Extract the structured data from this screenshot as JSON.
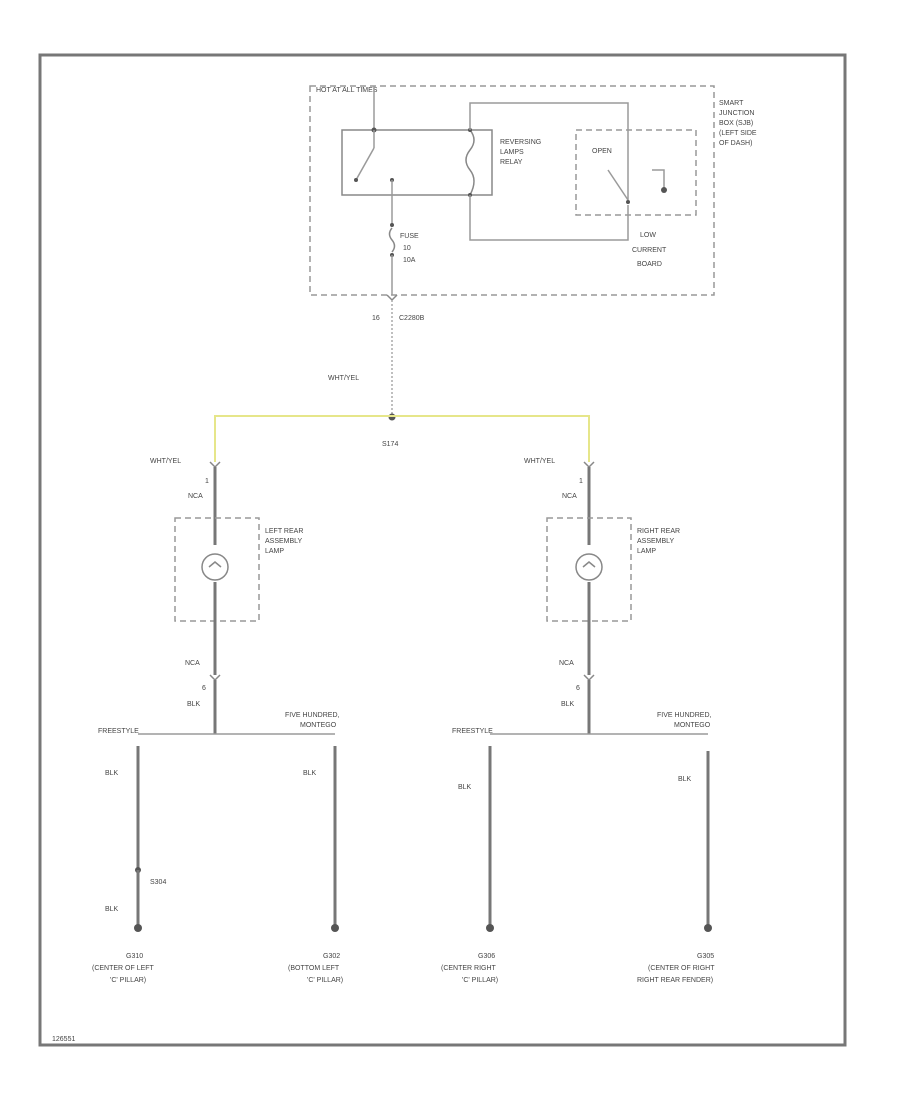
{
  "junction_box": {
    "hot_label": "HOT AT ALL TIMES",
    "name_lines": [
      "SMART",
      "JUNCTION",
      "BOX (SJB)",
      "(LEFT SIDE",
      "OF DASH)"
    ],
    "relay_lines": [
      "REVERSING",
      "LAMPS",
      "RELAY"
    ],
    "board_lines": [
      "LOW",
      "CURRENT",
      "BOARD"
    ],
    "board_inner": "OPEN",
    "fuse_lines": [
      "FUSE",
      "10",
      "10A"
    ]
  },
  "connector_top": {
    "pin": "16",
    "id": "C2280B"
  },
  "wire_top": "WHT/YEL",
  "splice": "S174",
  "left_lamp": {
    "wire_in": "WHT/YEL",
    "pin_in": "1",
    "conn_in": "NCA",
    "name_lines": [
      "LEFT REAR",
      "ASSEMBLY",
      "LAMP"
    ],
    "conn_out": "NCA",
    "pin_out": "6",
    "wire_out": "BLK",
    "model_a": "FREESTYLE",
    "model_b_lines": [
      "FIVE HUNDRED,",
      "MONTEGO"
    ]
  },
  "right_lamp": {
    "wire_in": "WHT/YEL",
    "pin_in": "1",
    "conn_in": "NCA",
    "name_lines": [
      "RIGHT REAR",
      "ASSEMBLY",
      "LAMP"
    ],
    "conn_out": "NCA",
    "pin_out": "6",
    "wire_out": "BLK",
    "model_a": "FREESTYLE",
    "model_b_lines": [
      "FIVE HUNDRED,",
      "MONTEGO"
    ]
  },
  "grounds": [
    {
      "wire": "BLK",
      "splice": "S304",
      "wire2": "BLK",
      "id": "G310",
      "location_lines": [
        "(CENTER OF LEFT",
        "'C' PILLAR)"
      ]
    },
    {
      "wire": "BLK",
      "id": "G302",
      "location_lines": [
        "(BOTTOM LEFT",
        "'C' PILLAR)"
      ]
    },
    {
      "wire": "BLK",
      "id": "G306",
      "location_lines": [
        "(CENTER RIGHT",
        "'C' PILLAR)"
      ]
    },
    {
      "wire": "BLK",
      "id": "G305",
      "location_lines": [
        "(CENTER OF RIGHT",
        "RIGHT REAR FENDER)"
      ]
    }
  ],
  "footer_code": "126551"
}
